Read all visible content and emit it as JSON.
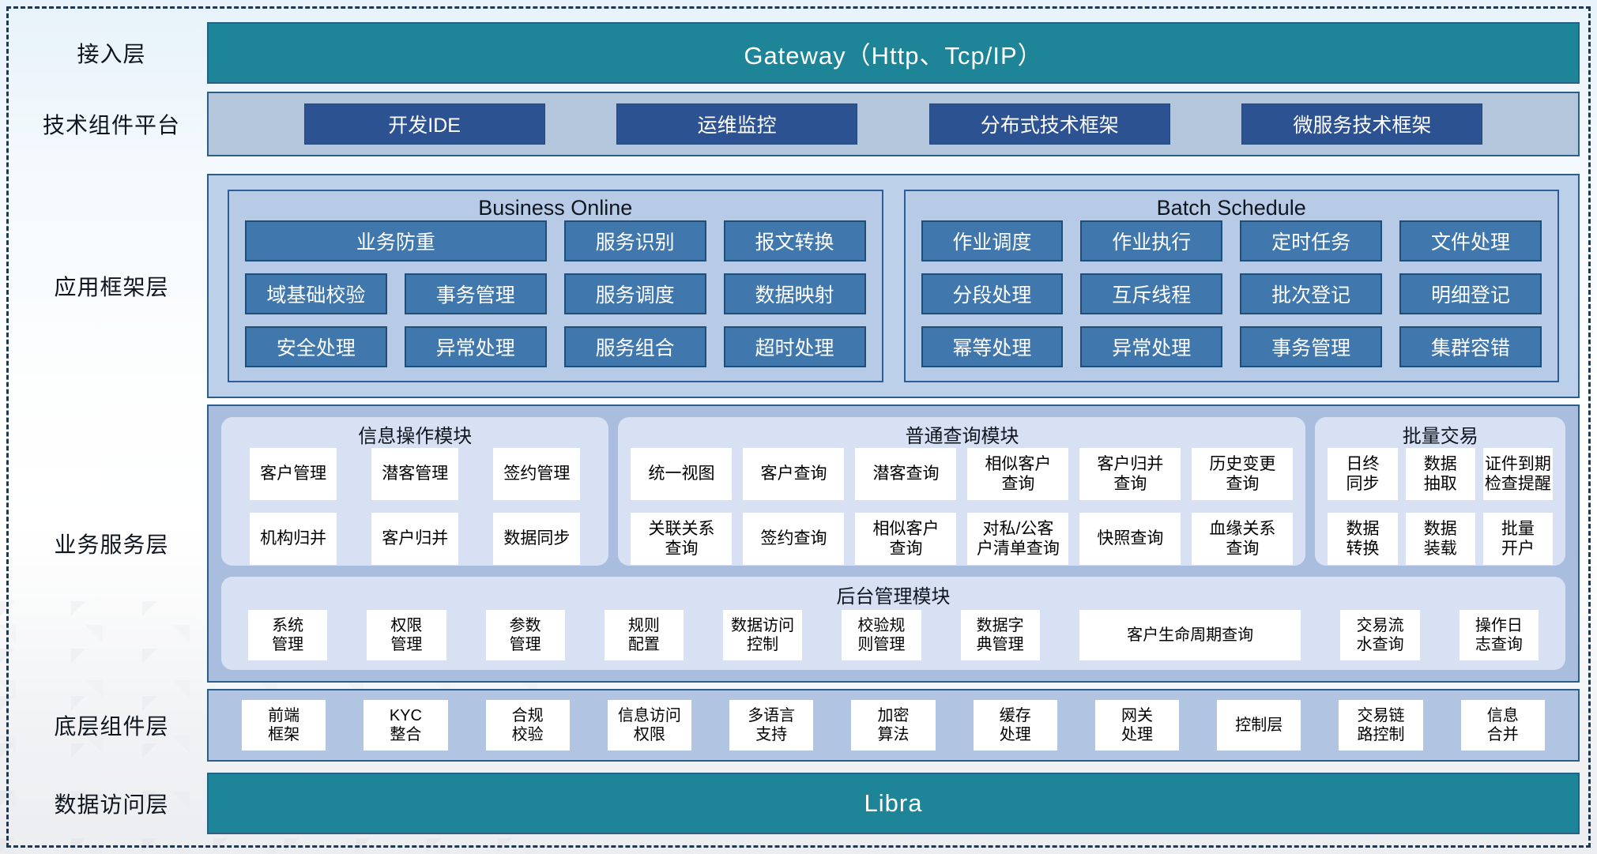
{
  "colors": {
    "teal": "#1e8598",
    "navy_border": "#2b5f88",
    "navy_button": "#2d5291",
    "steel_button": "#4077ad",
    "light_blue_panel": "#b7cbe6",
    "periwinkle_panel": "#a9bdde",
    "module_panel": "#d8e1f3",
    "item_box": "#ffffff"
  },
  "layers": {
    "access": {
      "label": "接入层",
      "bar": "Gateway（Http、Tcp/IP）"
    },
    "tech_platform": {
      "label": "技术组件平台",
      "items": [
        "开发IDE",
        "运维监控",
        "分布式技术框架",
        "微服务技术框架"
      ]
    },
    "app_framework": {
      "label": "应用框架层",
      "sections": [
        {
          "title": "Business Online",
          "items": [
            {
              "label": "业务防重",
              "cls": "span2"
            },
            "服务识别",
            "报文转换",
            "域基础校验",
            "事务管理",
            "服务调度",
            "数据映射",
            "安全处理",
            "异常处理",
            "服务组合",
            "超时处理"
          ]
        },
        {
          "title": "Batch Schedule",
          "items": [
            "作业调度",
            "作业执行",
            "定时任务",
            "文件处理",
            "分段处理",
            "互斥线程",
            "批次登记",
            "明细登记",
            "幂等处理",
            "异常处理",
            "事务管理",
            "集群容错"
          ]
        }
      ]
    },
    "business_service": {
      "label": "业务服务层",
      "modules": [
        {
          "title": "信息操作模块",
          "items": [
            "客户管理",
            "潜客管理",
            "签约管理",
            "机构归并",
            "客户归并",
            "数据同步"
          ]
        },
        {
          "title": "普通查询模块",
          "items": [
            "统一视图",
            "客户查询",
            "潜客查询",
            "相似客户\n查询",
            "客户归并\n查询",
            "历史变更\n查询",
            "关联关系\n查询",
            "签约查询",
            "相似客户\n查询",
            "对私/公客\n户清单查询",
            "快照查询",
            "血缘关系\n查询"
          ]
        },
        {
          "title": "批量交易",
          "items": [
            "日终\n同步",
            "数据\n抽取",
            "证件到期\n检查提醒",
            "数据\n转换",
            "数据\n装载",
            "批量\n开户"
          ]
        }
      ],
      "admin_module": {
        "title": "后台管理模块",
        "items": [
          "系统\n管理",
          "权限\n管理",
          "参数\n管理",
          "规则\n配置",
          "数据访问\n控制",
          "校验规\n则管理",
          "数据字\n典管理",
          {
            "label": "客户生命周期查询",
            "cls": "wide"
          },
          "交易流\n水查询",
          "操作日\n志查询"
        ]
      }
    },
    "base_components": {
      "label": "底层组件层",
      "items": [
        "前端\n框架",
        "KYC\n整合",
        "合规\n校验",
        "信息访问\n权限",
        "多语言\n支持",
        "加密\n算法",
        "缓存\n处理",
        "网关\n处理",
        "控制层",
        "交易链\n路控制",
        "信息\n合并"
      ]
    },
    "data_access": {
      "label": "数据访问层",
      "bar": "Libra"
    }
  }
}
